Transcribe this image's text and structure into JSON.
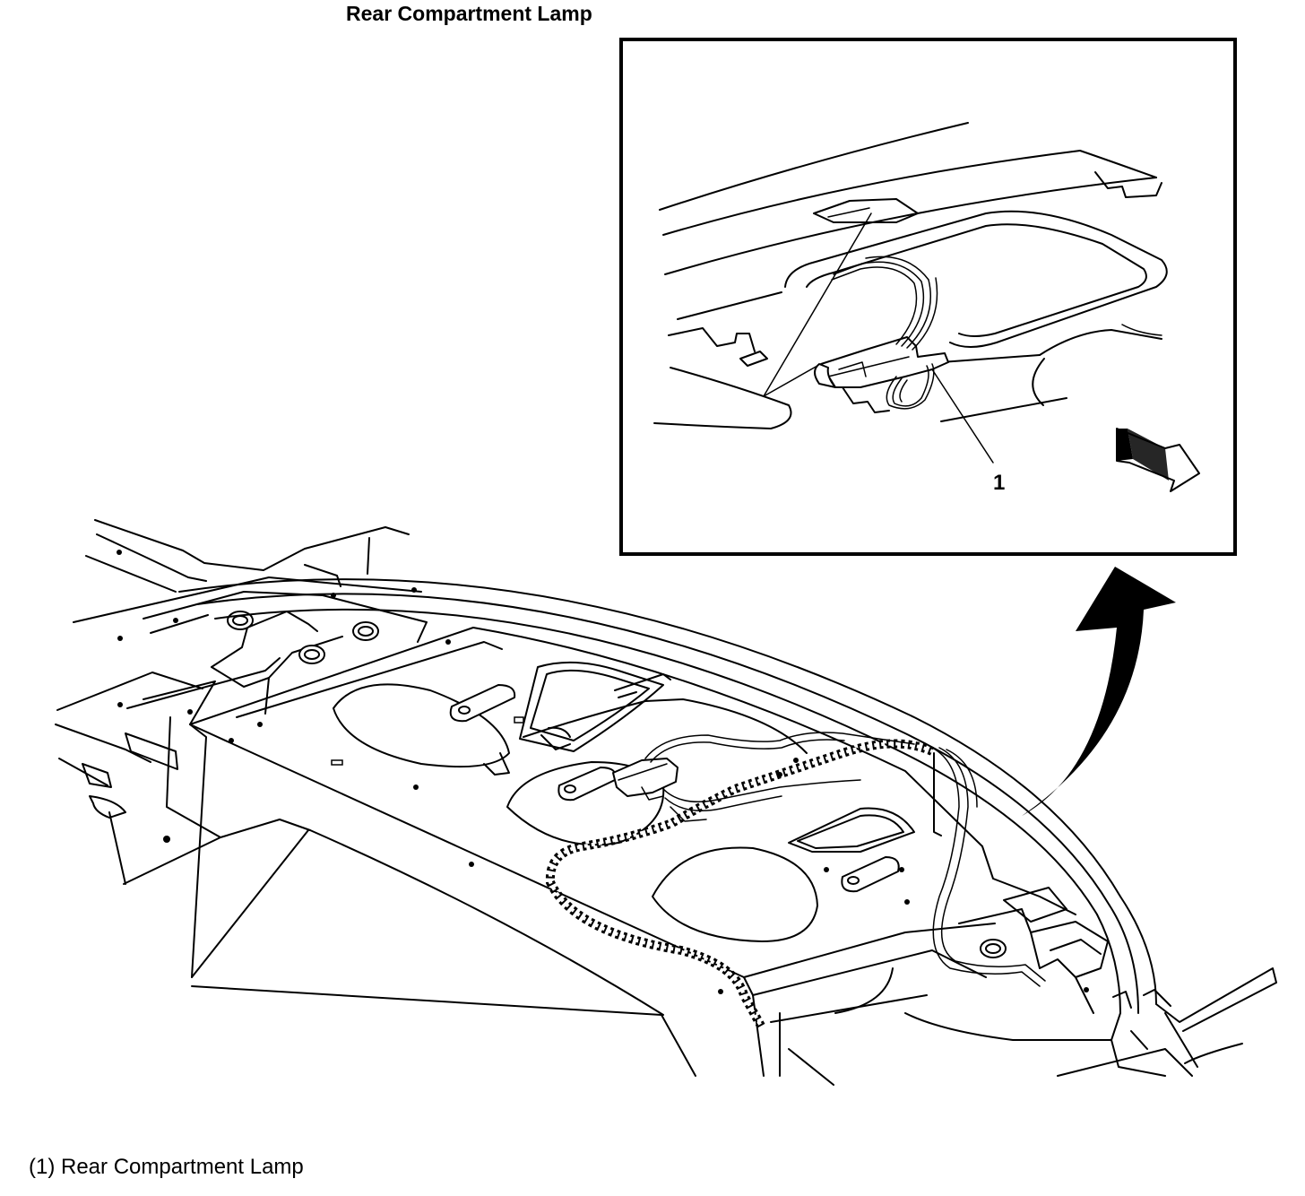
{
  "title": "Rear Compartment Lamp",
  "callouts": [
    {
      "number": "1",
      "label": "Rear Compartment Lamp"
    }
  ],
  "caption": "(1) Rear Compartment Lamp"
}
